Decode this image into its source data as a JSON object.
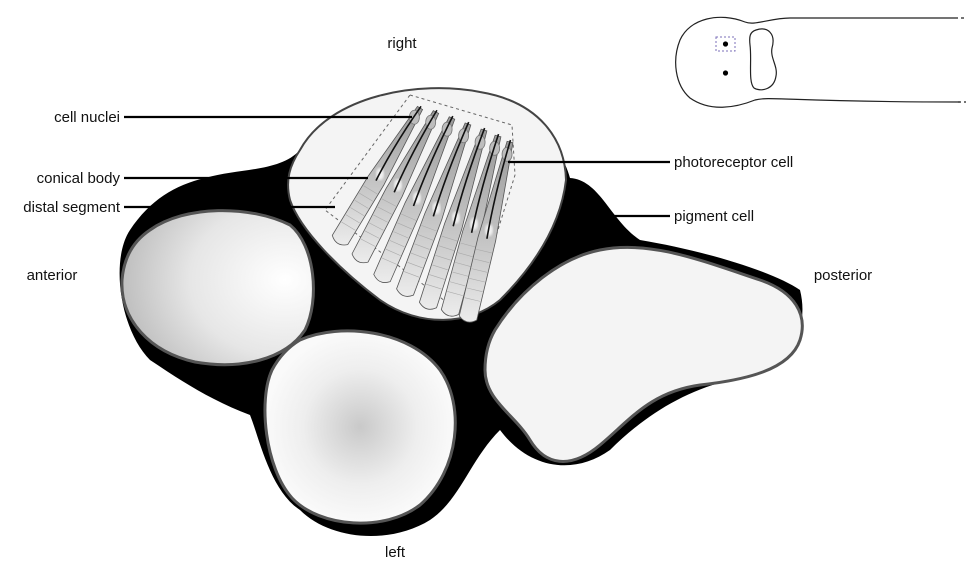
{
  "orientation": {
    "top": "right",
    "bottom": "left",
    "left_side": "anterior",
    "right_side": "posterior"
  },
  "labels": {
    "cell_nuclei": "cell nuclei",
    "conical_body": "conical body",
    "distal_segment": "distal segment",
    "photoreceptor_cell": "photoreceptor cell",
    "pigment_cell": "pigment cell"
  },
  "colors": {
    "pigment": "#000000",
    "cell_fill": "#f4f4f4",
    "outline": "#222222",
    "inset_marker": "#7b6fb8"
  }
}
